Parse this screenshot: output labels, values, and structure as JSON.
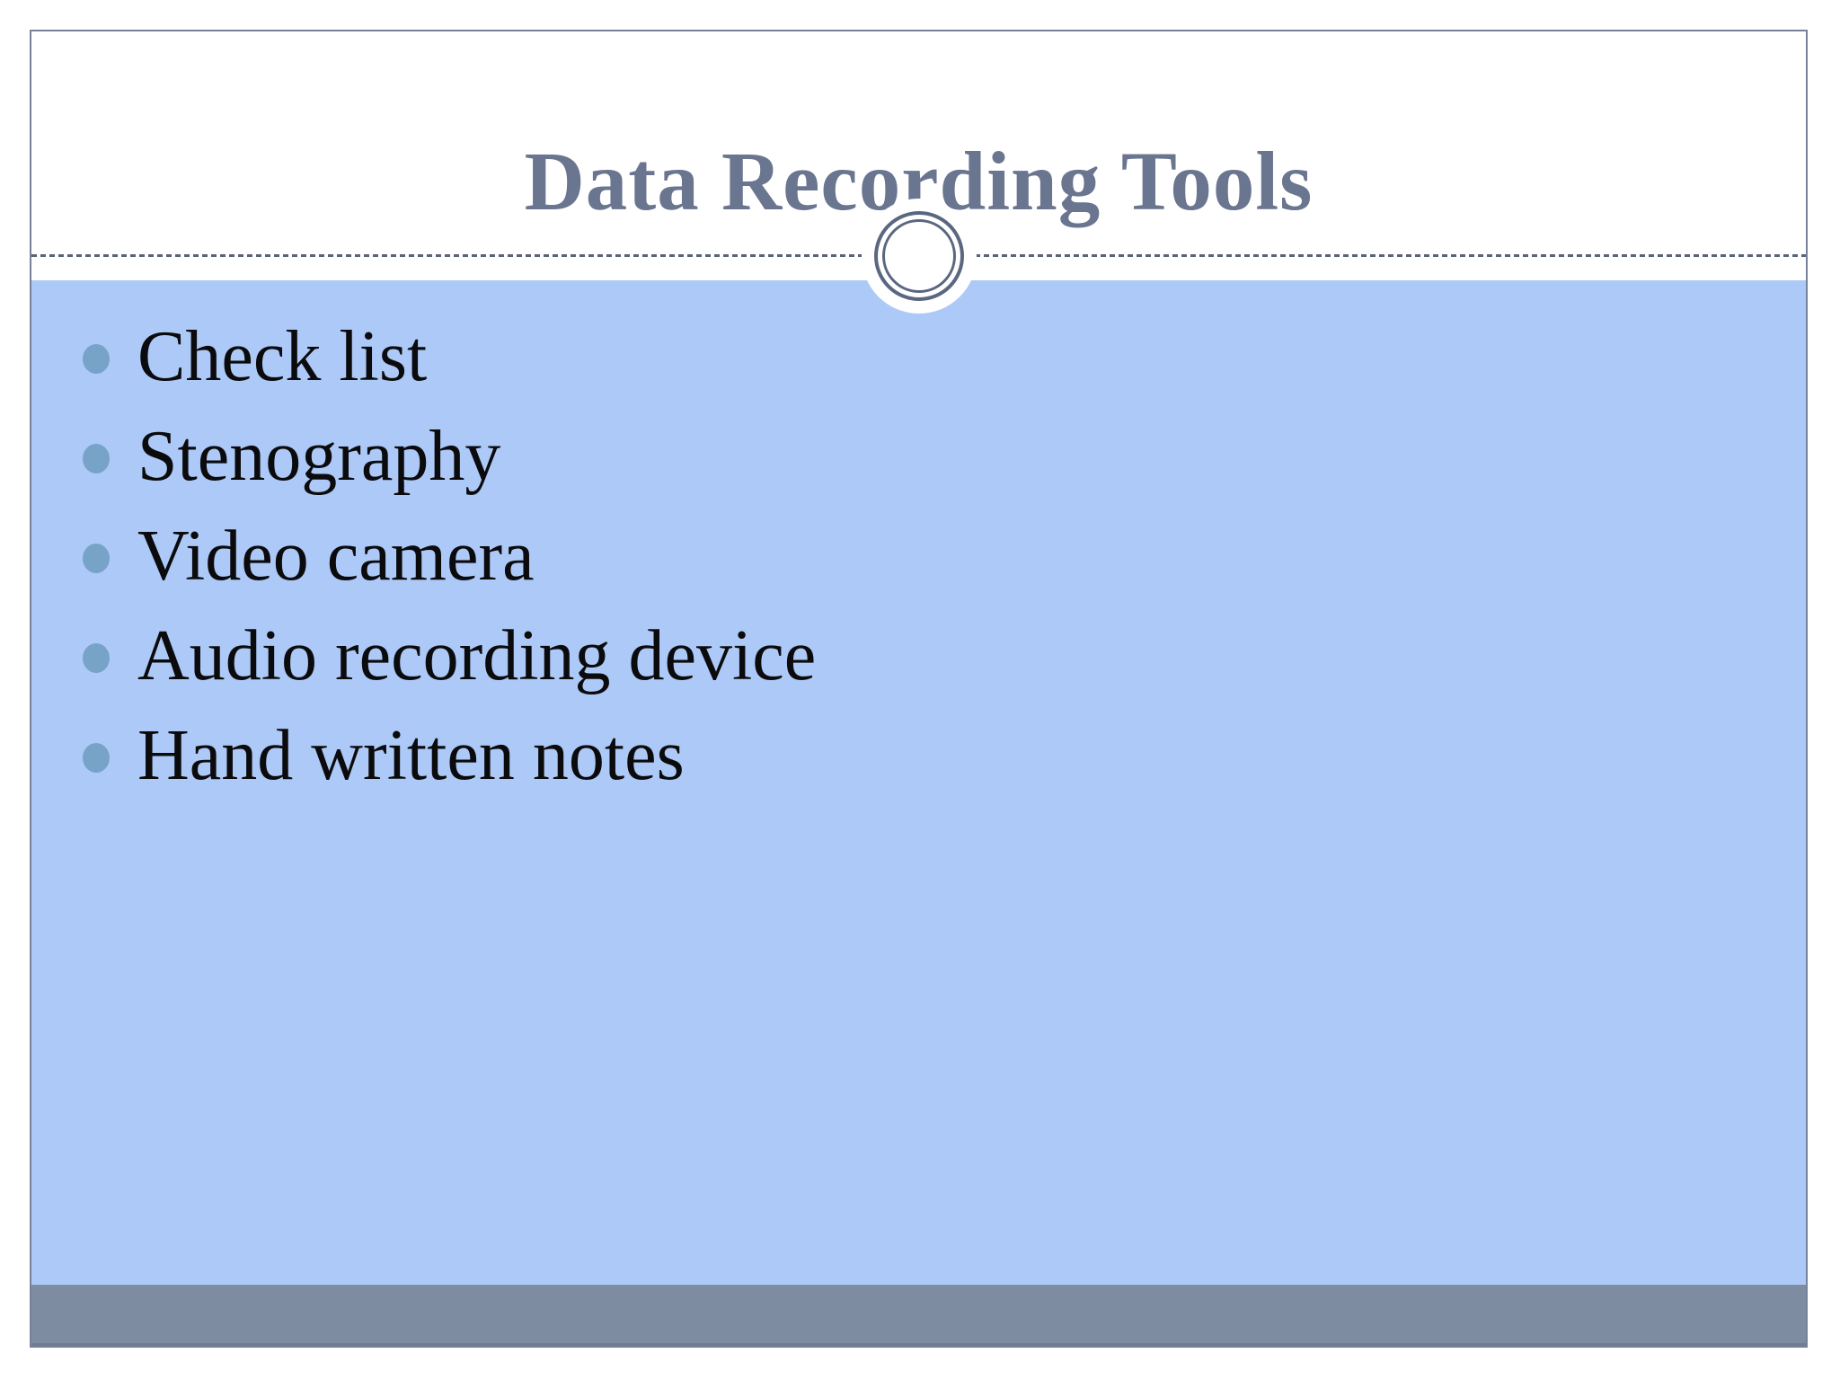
{
  "slide": {
    "title": "Data Recording Tools",
    "bullets": [
      "Check list",
      "Stenography",
      "Video camera",
      "Audio recording device",
      "Hand written notes"
    ]
  },
  "colors": {
    "title_text": "#6a7590",
    "body_text": "#0b0b0d",
    "content_bg": "#adc9f7",
    "footer_bg": "#7d8ca1",
    "bullet_dot": "#78a3c8",
    "divider": "#5a6477",
    "ring": "#5a6780",
    "border": "#76819a"
  }
}
